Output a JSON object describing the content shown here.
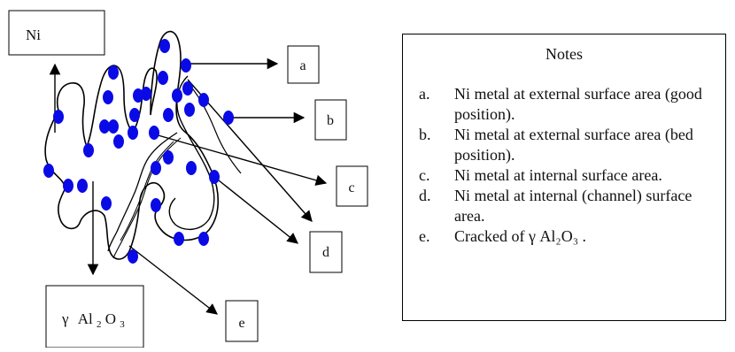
{
  "ni_label": "Ni",
  "support_label": {
    "greek": "γ",
    "al": "Al",
    "two": "2",
    "o": "O",
    "three": "3"
  },
  "callouts": [
    "a",
    "b",
    "c",
    "d",
    "e"
  ],
  "notes": {
    "title": "Notes",
    "items": [
      {
        "label": "a.",
        "text": "Ni metal at external surface area (good position)."
      },
      {
        "label": "b.",
        "text": "Ni metal at external surface area (bed position)."
      },
      {
        "label": "c.",
        "text": "Ni metal at internal surface area."
      },
      {
        "label": "d.",
        "text": "Ni metal at internal (channel) surface area."
      },
      {
        "label": "e.",
        "text": "Cracked of  γ Al₂O₃ ."
      }
    ]
  },
  "colors": {
    "dot": "#0a0ae6",
    "line": "#000000"
  }
}
